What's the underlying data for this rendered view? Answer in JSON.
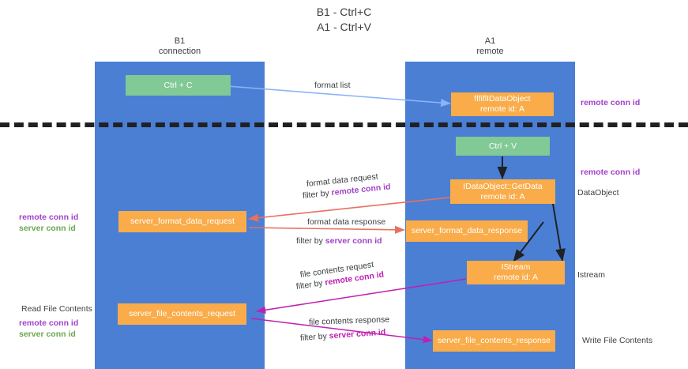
{
  "title": "B1 - Ctrl+C\nA1 - Ctrl+V",
  "lanes": [
    {
      "name": "b1",
      "label": "B1\nconnection"
    },
    {
      "name": "a1",
      "label": "A1\nremote"
    }
  ],
  "nodes": [
    {
      "name": "ctrl-c-node",
      "label": "Ctrl + C",
      "color": "#81c995"
    },
    {
      "name": "idataobject-node",
      "label": "ﬂﬁﬂIDataObject\nremote id: A",
      "color": "#f9ac49"
    },
    {
      "name": "ctrl-v-node",
      "label": "Ctrl + V",
      "color": "#81c995"
    },
    {
      "name": "idataobject-getdata-node",
      "label": "IDataObject::GetData\nremote id: A",
      "color": "#f9ac49"
    },
    {
      "name": "server-format-data-request-node",
      "label": "server_format_data_request",
      "color": "#f9ac49"
    },
    {
      "name": "server-format-data-response-node",
      "label": "server_format_data_response",
      "color": "#f9ac49"
    },
    {
      "name": "istream-node",
      "label": "IStream\nremote id: A",
      "color": "#f9ac49"
    },
    {
      "name": "server-file-contents-request-node",
      "label": "server_file_contents_request",
      "color": "#f9ac49"
    },
    {
      "name": "server-file-contents-response-node",
      "label": "server_file_contents_response",
      "color": "#f9ac49"
    }
  ],
  "captions": {
    "remote_conn_id_top": "remote conn id",
    "remote_conn_id_mid": "remote conn id",
    "dataobject": "DataObject",
    "istream": "Istream",
    "write_file_contents": "Write File Contents",
    "read_file_contents": "Read File Contents"
  },
  "connid_stacks": {
    "left_format": {
      "remote": "remote conn id",
      "server": "server conn id"
    },
    "left_file": {
      "remote": "remote conn id",
      "server": "server conn id"
    }
  },
  "edges": {
    "format_list": "format list",
    "format_data_request": "format data request",
    "format_data_request_filter_prefix": "filter by ",
    "format_data_request_filter_key": "remote conn id",
    "format_data_response": "format data response",
    "format_data_response_filter_prefix": "filter by ",
    "format_data_response_filter_key": "server conn id",
    "file_contents_request": "file contents request",
    "file_contents_request_filter_prefix": "filter by ",
    "file_contents_request_filter_key": "remote conn id",
    "file_contents_response": "file contents response",
    "file_contents_response_filter_prefix": "filter by ",
    "file_contents_response_filter_key": "server conn id"
  },
  "colors": {
    "lane": "#4a7fd4",
    "orange": "#f9ac49",
    "green": "#81c995",
    "separator": "#202124",
    "arrow_blue": "#8ab4f8",
    "arrow_red": "#e8705f",
    "arrow_black": "#202124",
    "arrow_magenta": "#c020b0",
    "purple_text": "#a142c8",
    "green_text": "#6aa84f"
  }
}
